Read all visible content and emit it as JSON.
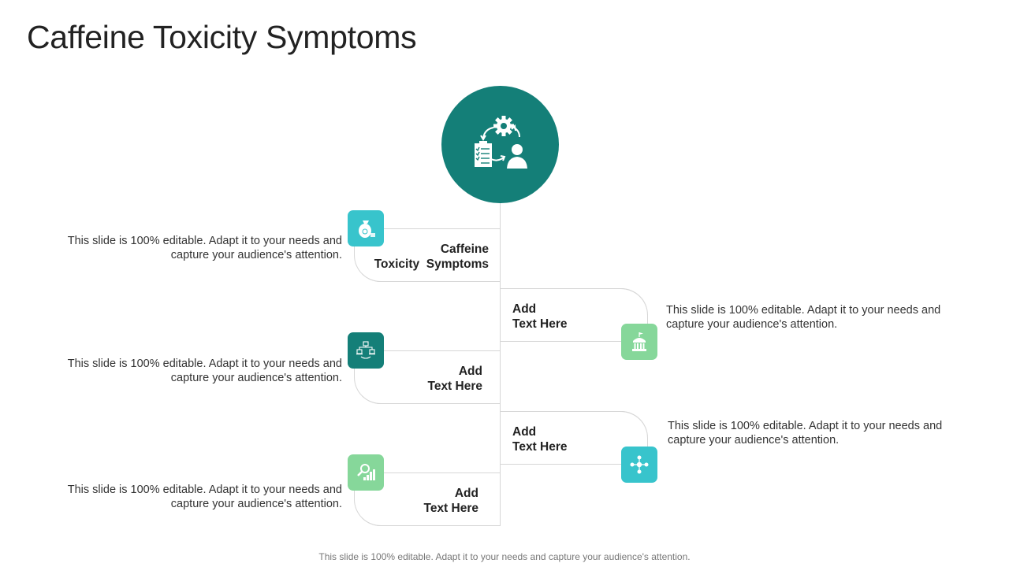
{
  "title": "Caffeine Toxicity Symptoms",
  "hub": {
    "icon": "process-cycle-icon",
    "color": "#147f78"
  },
  "items": [
    {
      "side": "left",
      "label_line1": "Caffeine",
      "label_line2": "Toxicity  Symptoms",
      "description_line1": "This slide is 100% editable. Adapt it to your needs and",
      "description_line2": "capture your audience's attention.",
      "icon": "money-bag-icon",
      "icon_color": "#38c4cc"
    },
    {
      "side": "right",
      "label_line1": "Add",
      "label_line2": "Text Here",
      "description_line1": "This slide is 100% editable. Adapt it to your needs and",
      "description_line2": "capture your audience's attention.",
      "icon": "government-building-icon",
      "icon_color": "#86d79a"
    },
    {
      "side": "left",
      "label_line1": "Add",
      "label_line2": "Text Here",
      "description_line1": "This slide is 100% editable. Adapt it to your needs and",
      "description_line2": "capture your audience's attention.",
      "icon": "network-computers-icon",
      "icon_color": "#147f78"
    },
    {
      "side": "right",
      "label_line1": "Add",
      "label_line2": "Text Here",
      "description_line1": "This slide is 100% editable. Adapt it to your needs and",
      "description_line2": "capture your audience's attention.",
      "icon": "node-network-icon",
      "icon_color": "#38c4cc"
    },
    {
      "side": "left",
      "label_line1": "Add",
      "label_line2": "Text Here",
      "description_line1": "This slide is 100% editable. Adapt it to your needs and",
      "description_line2": "capture your audience's attention.",
      "icon": "search-analytics-icon",
      "icon_color": "#86d79a"
    }
  ],
  "footer": "This slide is 100% editable. Adapt it to your needs and capture your audience's attention."
}
